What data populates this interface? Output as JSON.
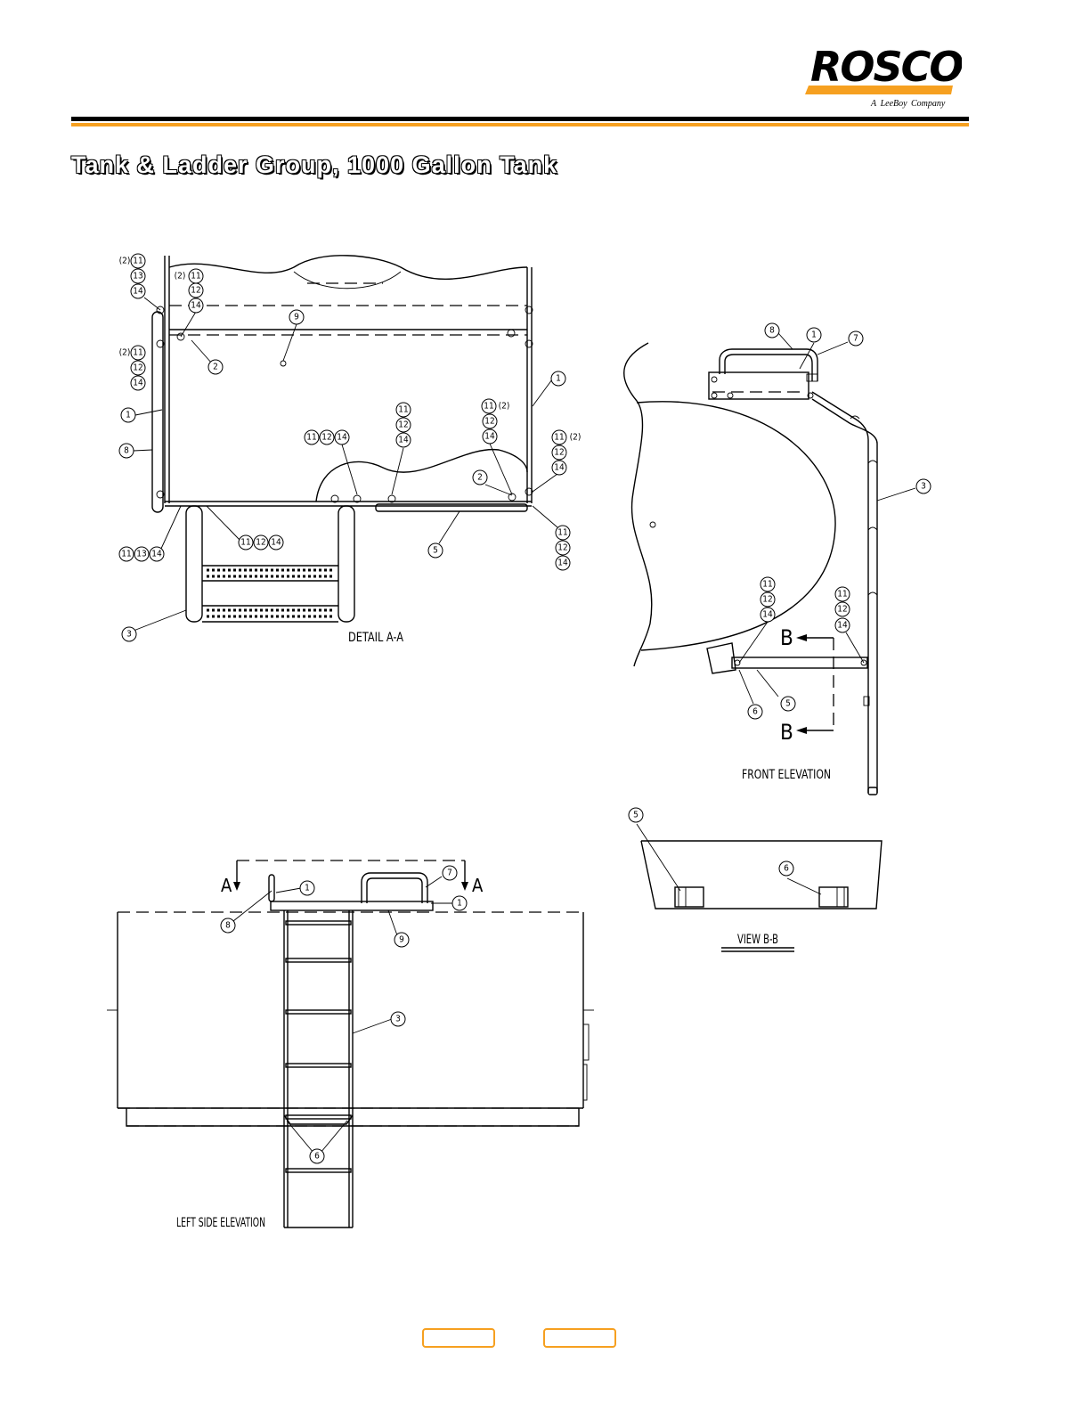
{
  "header": {
    "logo_text": "ROSCO",
    "tagline_prefix": "A",
    "tagline_brand": "LeeBoy",
    "tagline_suffix": "Company",
    "colors": {
      "accent": "#f6a020",
      "rule": "#000000"
    }
  },
  "page": {
    "title": "Tank & Ladder Group, 1000 Gallon Tank"
  },
  "views": {
    "detail_aa": "DETAIL A-A",
    "front_elevation": "FRONT ELEVATION",
    "view_bb": "VIEW B-B",
    "left_side_elevation": "LEFT SIDE ELEVATION",
    "section_a": "A",
    "section_b": "B"
  },
  "callouts": {
    "c1": "1",
    "c2": "2",
    "c3": "3",
    "c5": "5",
    "c6": "6",
    "c7": "7",
    "c8": "8",
    "c9": "9",
    "c11": "11",
    "c12": "12",
    "c13": "13",
    "c14": "14",
    "qty2": "(2)"
  },
  "nav": {
    "prev_icon": "prev-page-button",
    "next_icon": "next-page-button"
  }
}
